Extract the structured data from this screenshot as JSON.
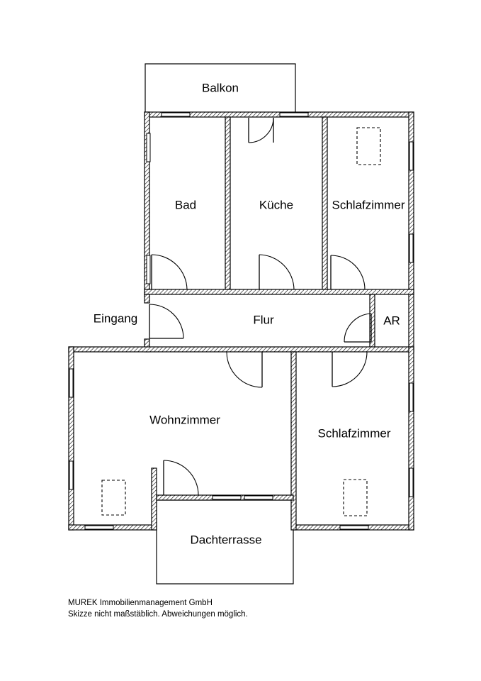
{
  "rooms": {
    "balkon": "Balkon",
    "bad": "Bad",
    "kueche": "Küche",
    "schlafzimmer_top": "Schlafzimmer",
    "eingang": "Eingang",
    "flur": "Flur",
    "ar": "AR",
    "wohnzimmer": "Wohnzimmer",
    "schlafzimmer_bottom": "Schlafzimmer",
    "dachterrasse": "Dachterrasse"
  },
  "footer": {
    "company": "MUREK Immobilienmanagement GmbH",
    "disclaimer": "Skizze nicht maßstäblich. Abweichungen möglich."
  }
}
